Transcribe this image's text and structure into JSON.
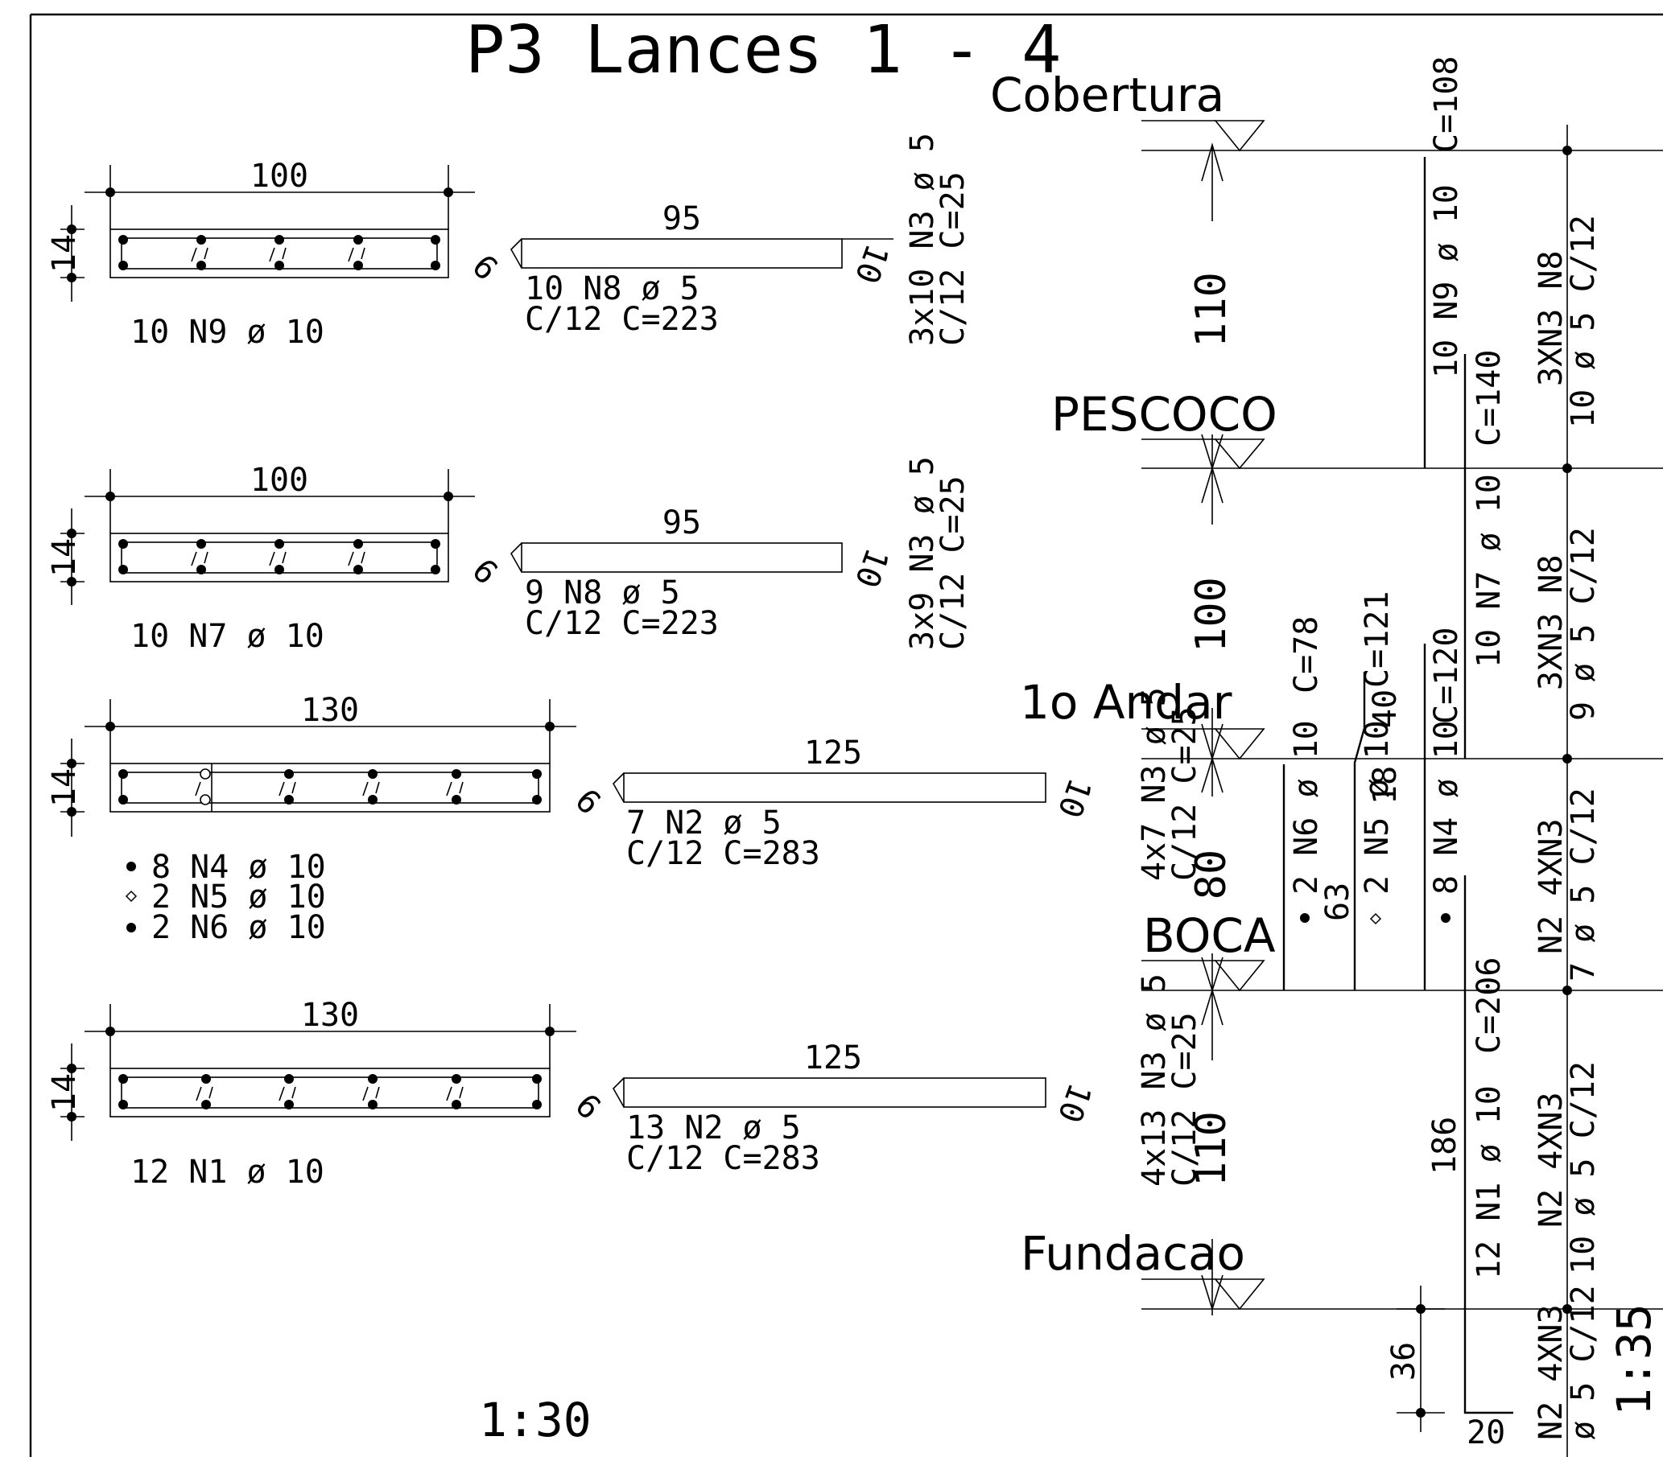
{
  "drawing": {
    "title": "P3 Lances 1 - 4",
    "scale_left": "1:30",
    "scale_right": "1:35"
  },
  "sections": [
    {
      "width": "100",
      "height": "14",
      "bars": "10 N9 ø 10",
      "stirrup_length": "95",
      "hook_left": "9",
      "hook_right": "10",
      "stirrup_line1": "10 N8 ø 5",
      "stirrup_line2": "C/12 C=223",
      "tie_line1": "3x10 N3 ø 5",
      "tie_line2": "C/12 C=25"
    },
    {
      "width": "100",
      "height": "14",
      "bars": "10 N7 ø 10",
      "stirrup_length": "95",
      "hook_left": "9",
      "hook_right": "10",
      "stirrup_line1": "9 N8 ø 5",
      "stirrup_line2": "C/12 C=223",
      "tie_line1": "3x9 N3 ø 5",
      "tie_line2": "C/12 C=25"
    },
    {
      "width": "130",
      "height": "14",
      "bars_list": [
        {
          "symbol": "filled",
          "text": "8 N4 ø 10"
        },
        {
          "symbol": "hollow",
          "text": "2 N5 ø 10"
        },
        {
          "symbol": "filled",
          "text": "2 N6 ø 10"
        }
      ],
      "stirrup_length": "125",
      "hook_left": "9",
      "hook_right": "10",
      "stirrup_line1": "7 N2 ø 5",
      "stirrup_line2": "C/12 C=283",
      "tie_line1": "4x7 N3 ø 5",
      "tie_line2": "C/12 C=25"
    },
    {
      "width": "130",
      "height": "14",
      "bars": "12 N1 ø 10",
      "stirrup_length": "125",
      "hook_left": "9",
      "hook_right": "10",
      "stirrup_line1": "13 N2 ø 5",
      "stirrup_line2": "C/12 C=283",
      "tie_line1": "4x13 N3 ø 5",
      "tie_line2": "C/12 C=25"
    }
  ],
  "levels": [
    "Cobertura",
    "PESCOCO",
    "1o Andar",
    "BOCA",
    "Fundacao"
  ],
  "elevation": {
    "spans": [
      "110",
      "100",
      "80",
      "110"
    ],
    "footing_depth": "36",
    "footing_hook": "20",
    "bar_labels": {
      "n9": "10 N9 ø 10",
      "n9_c": "C=108",
      "n7": "10 N7 ø 10",
      "n7_c": "C=140",
      "n6": "2 N6 ø 10",
      "n6_c": "C=78",
      "n5": "2 N5 ø 10",
      "n5_c": "C=121",
      "n4": "8 N4 ø 10",
      "n4_c": "C=120",
      "n1": "12 N1 ø 10",
      "n1_c": "C=206",
      "n1_len": "186",
      "lap_n6": "63",
      "lap_n5a": "40",
      "lap_n5b": "18"
    },
    "stirrup_labels": {
      "s1a": "3XN3 N8",
      "s1b": "10 ø 5 C/12",
      "s2a": "3XN3 N8",
      "s2b": "9 ø 5 C/12",
      "s3a": "N2 4XN3",
      "s3b": "7 ø 5 C/12",
      "s4a": "N2 4XN3",
      "s4b": "10 ø 5 C/12",
      "s5a": "N2 4XN3",
      "s5b": "ø 5 C/12"
    }
  }
}
